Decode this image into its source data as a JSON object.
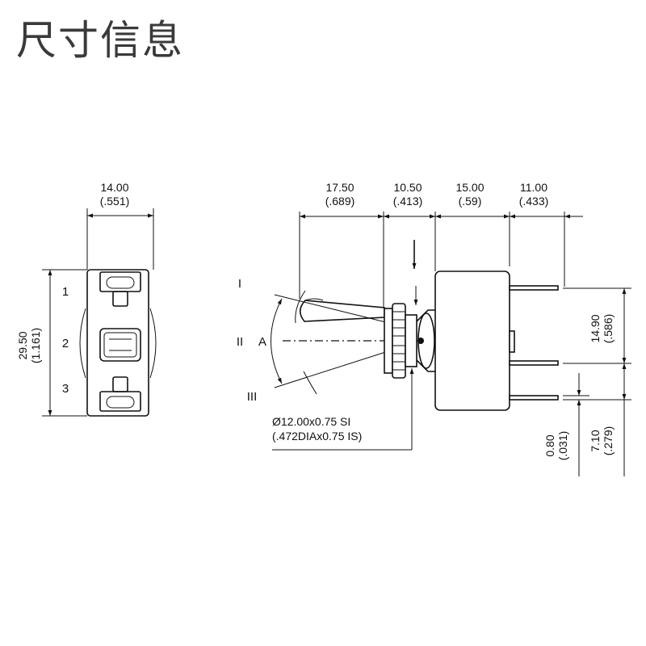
{
  "title": "尺寸信息",
  "front_view": {
    "width_mm": "14.00",
    "width_in": "(.551)",
    "height_mm": "29.50",
    "height_in": "(1.161)",
    "terminal_1": "1",
    "terminal_2": "2",
    "terminal_3": "3"
  },
  "side_view": {
    "dim_a_mm": "17.50",
    "dim_a_in": "(.689)",
    "dim_b_mm": "10.50",
    "dim_b_in": "(.413)",
    "dim_c_mm": "15.00",
    "dim_c_in": "(.59)",
    "dim_d_mm": "11.00",
    "dim_d_in": "(.433)",
    "dim_e_mm": "14.90",
    "dim_e_in": "(.586)",
    "dim_f_mm": "0.80",
    "dim_f_in": "(.031)",
    "dim_g_mm": "7.10",
    "dim_g_in": "(.279)",
    "position_1": "I",
    "position_2": "II",
    "position_3": "III",
    "angle_label": "A",
    "thread_mm": "Ø12.00x0.75 SI",
    "thread_in": "(.472DIAx0.75 IS)"
  }
}
